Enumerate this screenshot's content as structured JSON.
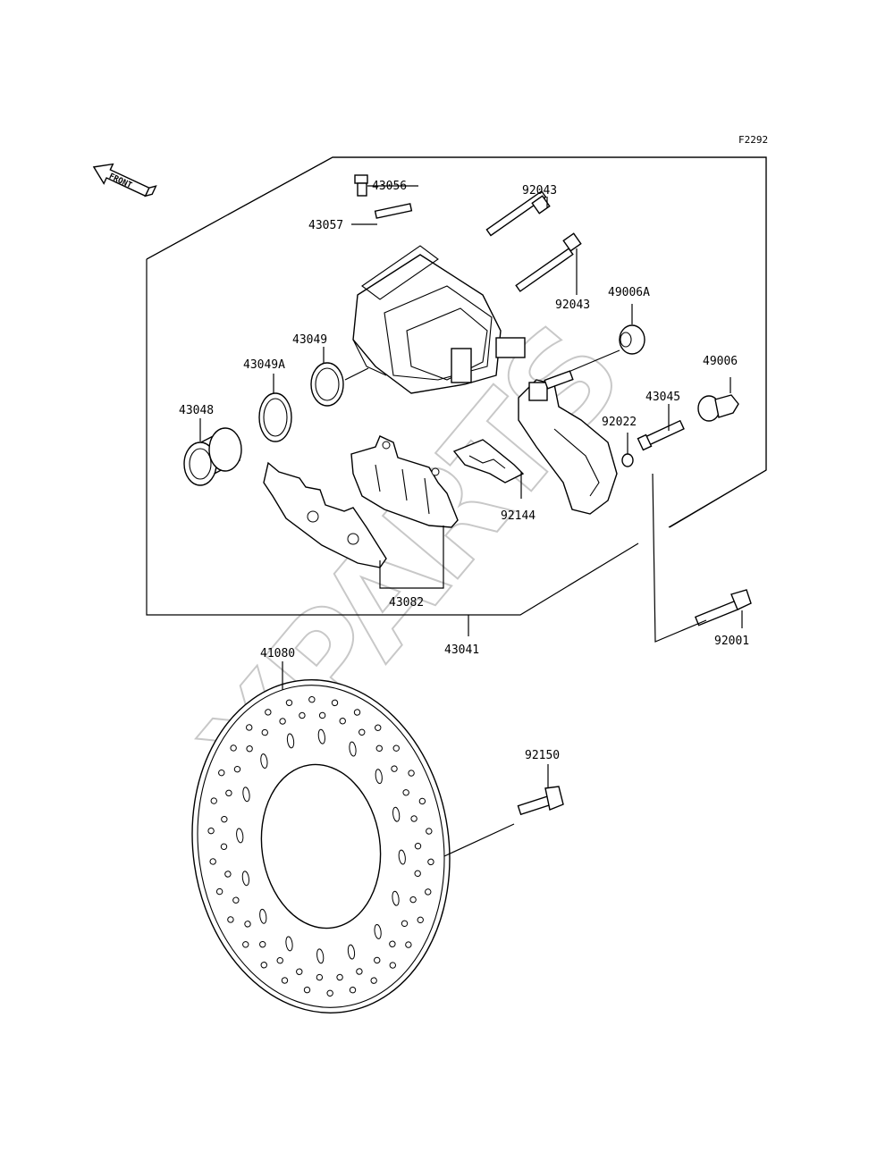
{
  "diagram_code": "F2292",
  "front_arrow_label": "FRONT",
  "watermark": "XPARTS",
  "parts": {
    "p43056": "43056",
    "p43057": "43057",
    "p92043a": "92043",
    "p92043b": "92043",
    "p49006A": "49006A",
    "p43049": "43049",
    "p43049A": "43049A",
    "p43048": "43048",
    "p49006": "49006",
    "p43045": "43045",
    "p92022": "92022",
    "p92144": "92144",
    "p43082": "43082",
    "p43041": "43041",
    "p92001": "92001",
    "p41080": "41080",
    "p92150": "92150"
  }
}
